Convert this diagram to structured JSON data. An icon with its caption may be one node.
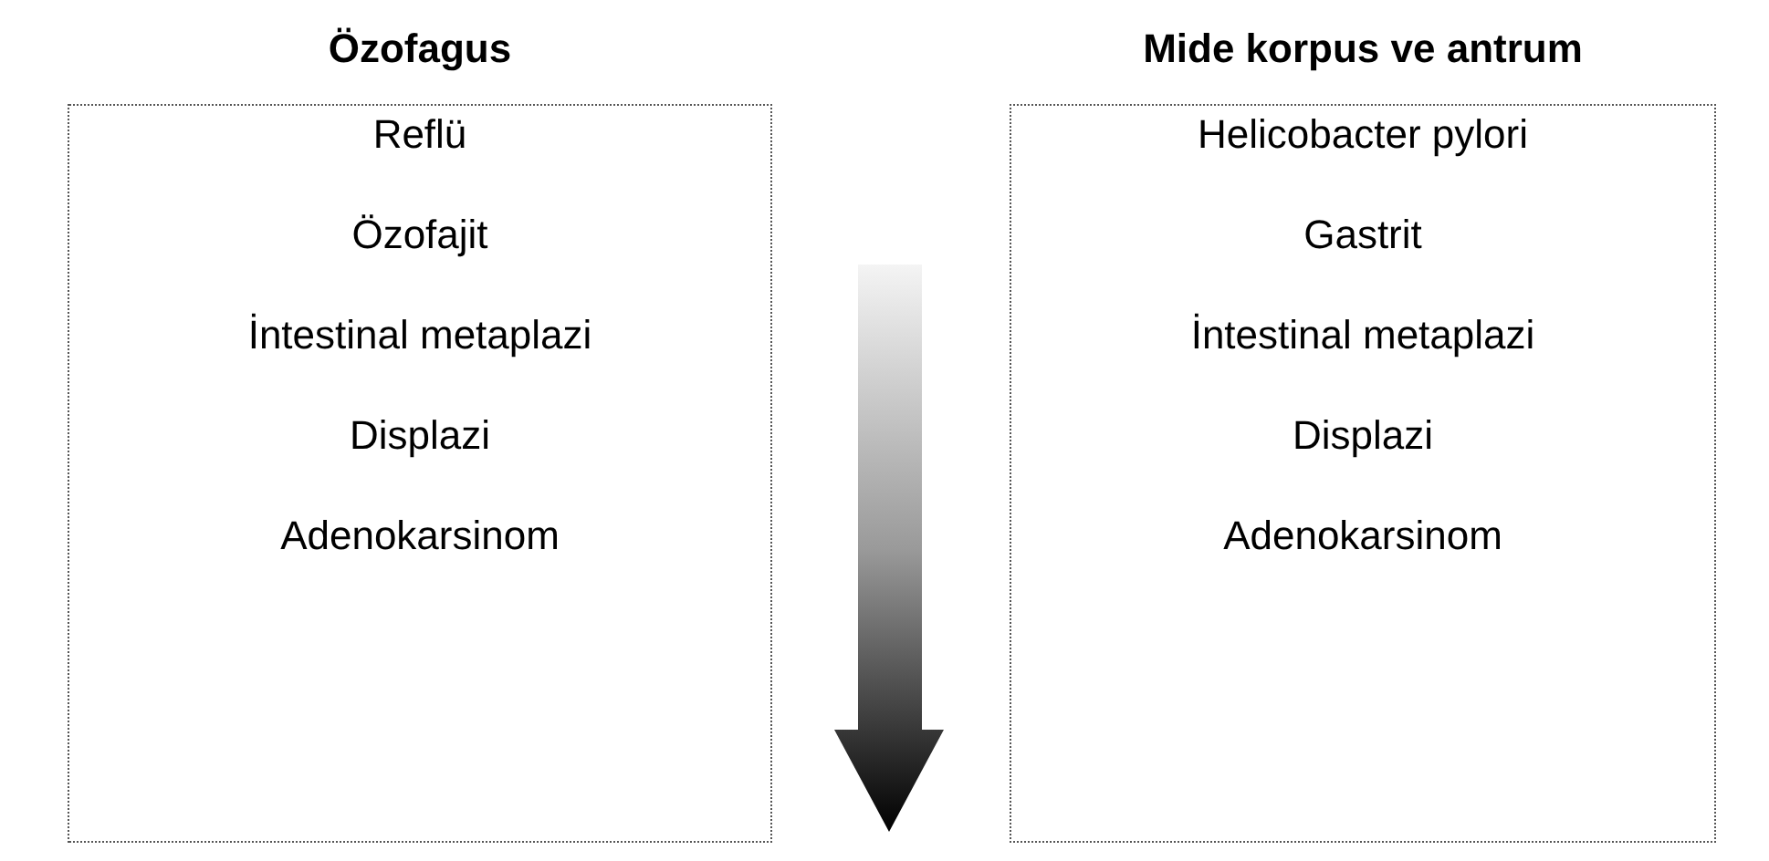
{
  "diagram": {
    "nodes": [
      {
        "text": [
          "Özofagus",
          "Reflü",
          "Özofajit",
          "İntestinal metaplazi",
          "Displazi",
          "Adenokarsinom"
        ]
      },
      {
        "text": [
          "Mide korpus ve antrum",
          "Helicobacter pylori",
          "Gastrit",
          "İntestinal metaplazi",
          "Displazi",
          "Adenokarsinom"
        ]
      }
    ]
  }
}
